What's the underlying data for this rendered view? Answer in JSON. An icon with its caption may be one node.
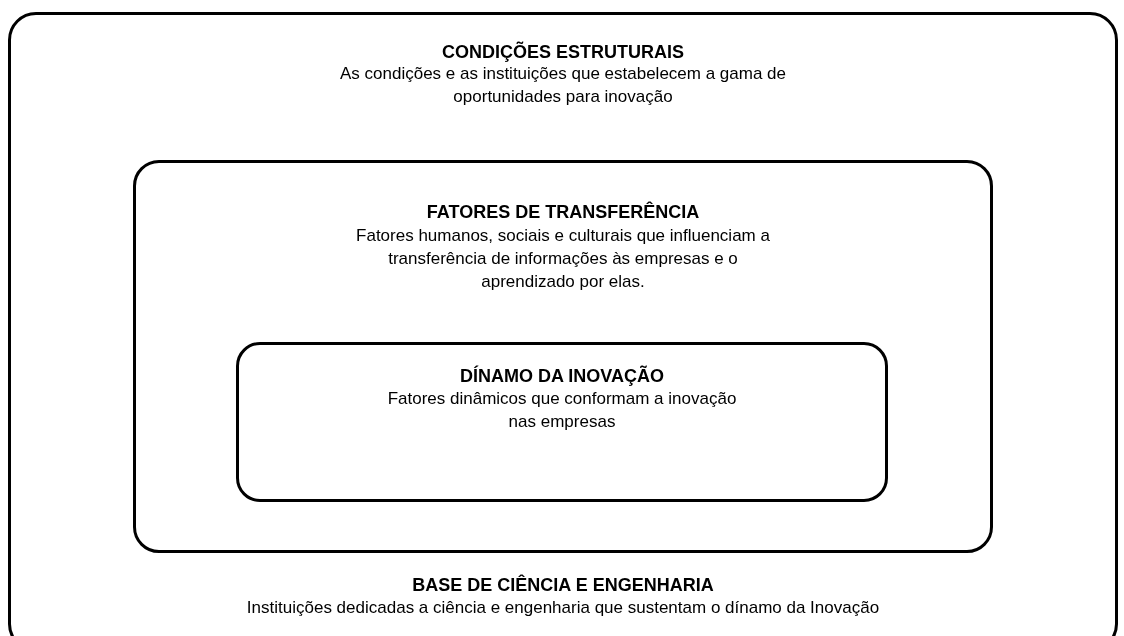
{
  "diagram": {
    "nodes": [
      {
        "text": [
          "CONDIÇÕES ESTRUTURAIS",
          "As condições e as instituições que estabelecem a gama de oportunidades para inovação",
          "BASE DE CIÊNCIA E ENGENHARIA",
          "Instituições dedicadas a ciência e engenharia que sustentam o dínamo da Inovação"
        ]
      },
      {
        "text": [
          "FATORES DE TRANSFERÊNCIA",
          "Fatores humanos, sociais e culturais que influenciam a transferência de informações às empresas e o aprendizado por elas."
        ],
        "in": 0
      },
      {
        "text": [
          "DÍNAMO DA INOVAÇÃO",
          "Fatores dinâmicos que conformam a inovação nas empresas"
        ],
        "in": 1
      }
    ],
    "edges": []
  }
}
